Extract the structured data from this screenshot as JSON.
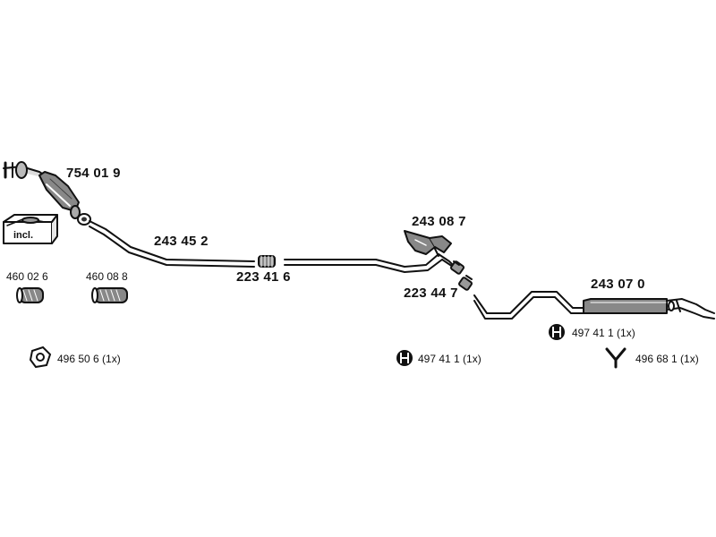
{
  "parts": {
    "catalyst": "754 01 9",
    "front_pipe": "243 45 2",
    "clamp": "223 41 6",
    "middle_silencer": "243 08 7",
    "connector": "223 44 7",
    "rear_silencer": "243 07 0"
  },
  "kit": {
    "incl_label": "incl.",
    "gasket_1": "460 02 6",
    "gasket_2": "460 08 8"
  },
  "hardware": {
    "ring": "496 50 6 (1x)",
    "mount_mid": "497 41 1 (1x)",
    "mount_rear": "497 41 1 (1x)",
    "hanger": "496 68 1 (1x)"
  }
}
